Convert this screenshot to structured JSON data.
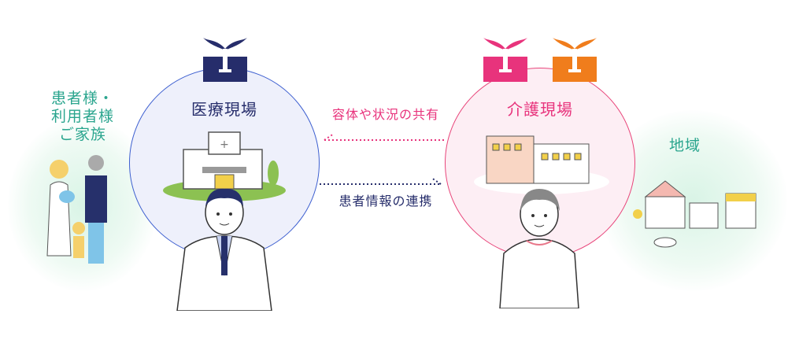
{
  "families": {
    "label_line1": "患者様・",
    "label_line2": "利用者様",
    "label_line3": "ご家族"
  },
  "medical": {
    "title": "医療現場"
  },
  "care": {
    "title": "介護現場"
  },
  "community": {
    "title": "地域"
  },
  "arrows": {
    "top_label": "容体や状況の共有",
    "bottom_label": "患者情報の連携"
  },
  "colors": {
    "navy": "#262d6b",
    "pink": "#e8337c",
    "orange": "#f07d1c",
    "teal": "#2aa58e",
    "blue_border": "#3d5fd0"
  }
}
